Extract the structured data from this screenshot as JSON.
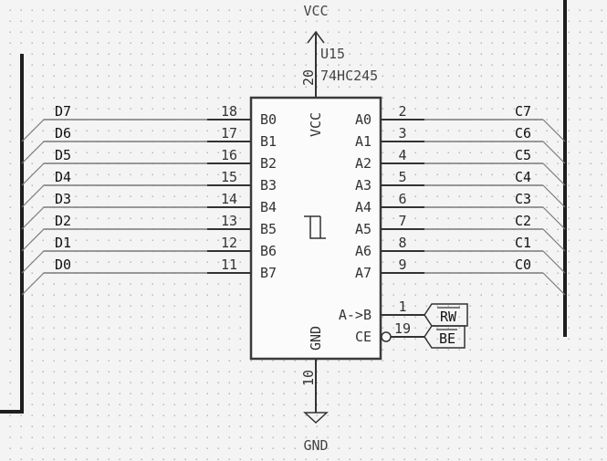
{
  "schematic": {
    "component": {
      "reference": "U15",
      "value": "74HC245",
      "power_pin": {
        "name": "VCC",
        "number": "20"
      },
      "ground_pin": {
        "name": "GND",
        "number": "10"
      },
      "left_pins": [
        {
          "name": "B0",
          "number": "18",
          "net": "D7"
        },
        {
          "name": "B1",
          "number": "17",
          "net": "D6"
        },
        {
          "name": "B2",
          "number": "16",
          "net": "D5"
        },
        {
          "name": "B3",
          "number": "15",
          "net": "D4"
        },
        {
          "name": "B4",
          "number": "14",
          "net": "D3"
        },
        {
          "name": "B5",
          "number": "13",
          "net": "D2"
        },
        {
          "name": "B6",
          "number": "12",
          "net": "D1"
        },
        {
          "name": "B7",
          "number": "11",
          "net": "D0"
        }
      ],
      "right_pins": [
        {
          "name": "A0",
          "number": "2",
          "net": "C7"
        },
        {
          "name": "A1",
          "number": "3",
          "net": "C6"
        },
        {
          "name": "A2",
          "number": "4",
          "net": "C5"
        },
        {
          "name": "A3",
          "number": "5",
          "net": "C4"
        },
        {
          "name": "A4",
          "number": "6",
          "net": "C3"
        },
        {
          "name": "A5",
          "number": "7",
          "net": "C2"
        },
        {
          "name": "A6",
          "number": "8",
          "net": "C1"
        },
        {
          "name": "A7",
          "number": "9",
          "net": "C0"
        }
      ],
      "control_pins": [
        {
          "name": "A->B",
          "number": "1",
          "net": "RW",
          "inverted": false
        },
        {
          "name": "CE",
          "number": "19",
          "net": "BE",
          "inverted": true
        }
      ]
    },
    "power_symbols": {
      "vcc_label": "VCC",
      "gnd_label": "GND"
    },
    "global_labels": [
      {
        "text": "RW",
        "overbar": true
      },
      {
        "text": "BE",
        "overbar": true
      }
    ],
    "colors": {
      "background": "#f4f4f4",
      "component_body": "#fbfbfb",
      "outline": "#3a3a3a",
      "wire": "#7a7a7a",
      "bus": "#1e1e1e",
      "grid_dot": "#b8b8b8"
    }
  }
}
